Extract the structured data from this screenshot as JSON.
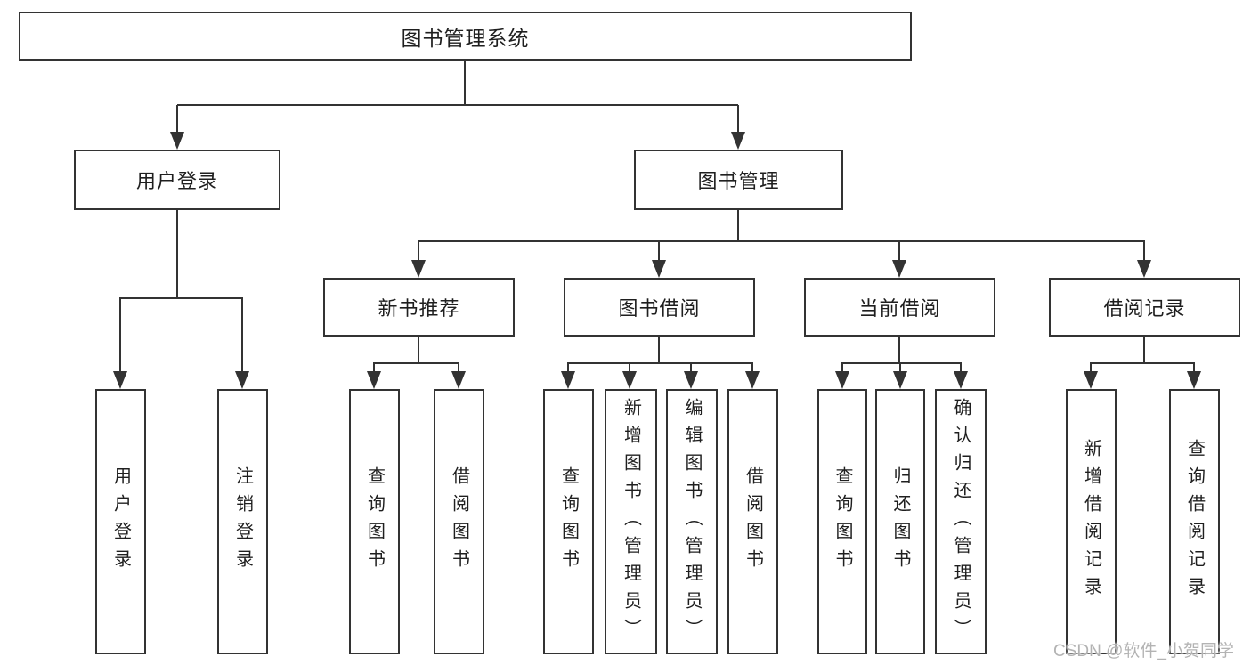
{
  "title": "图书管理系统",
  "watermark": "CSDN @软件_小贺同学",
  "colors": {
    "line": "#333333",
    "text": "#1f1f1f",
    "watermark": "#b3b3b3",
    "background": "#ffffff"
  },
  "nodes": {
    "root": "图书管理系统",
    "user_login": "用户登录",
    "book_mgmt": "图书管理",
    "new_book": "新书推荐",
    "book_borrow": "图书借阅",
    "current_borrow": "当前借阅",
    "borrow_record": "借阅记录",
    "leaves": {
      "user_login": [
        "用户登录",
        "注销登录"
      ],
      "new_book": [
        "查询图书",
        "借阅图书"
      ],
      "book_borrow": [
        "查询图书",
        "新增图书（管理员）",
        "编辑图书（管理员）",
        "借阅图书"
      ],
      "current_borrow": [
        "查询图书",
        "归还图书",
        "确认归还（管理员）"
      ],
      "borrow_record": [
        "新增借阅记录",
        "查询借阅记录"
      ]
    }
  }
}
